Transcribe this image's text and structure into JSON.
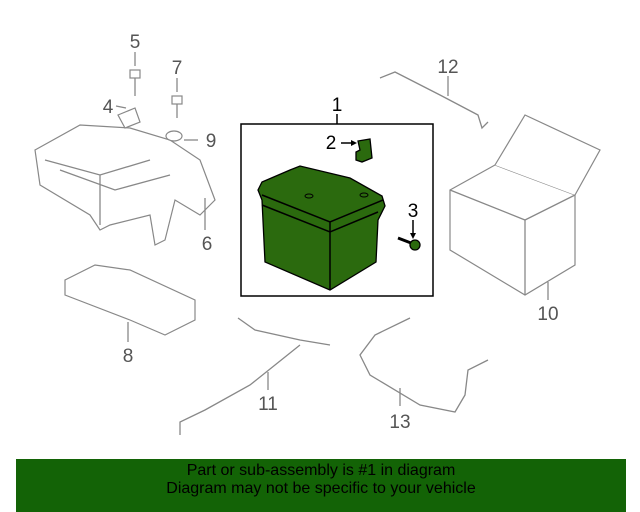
{
  "diagram": {
    "callouts": [
      "1",
      "2",
      "3",
      "4",
      "5",
      "6",
      "7",
      "8",
      "9",
      "10",
      "11",
      "12",
      "13"
    ],
    "highlight_color": "#2b6a0e"
  },
  "banner": {
    "line1": "Part or sub-assembly is #1 in diagram",
    "line2": "Diagram may not be specific to your vehicle",
    "color": "#136306"
  }
}
